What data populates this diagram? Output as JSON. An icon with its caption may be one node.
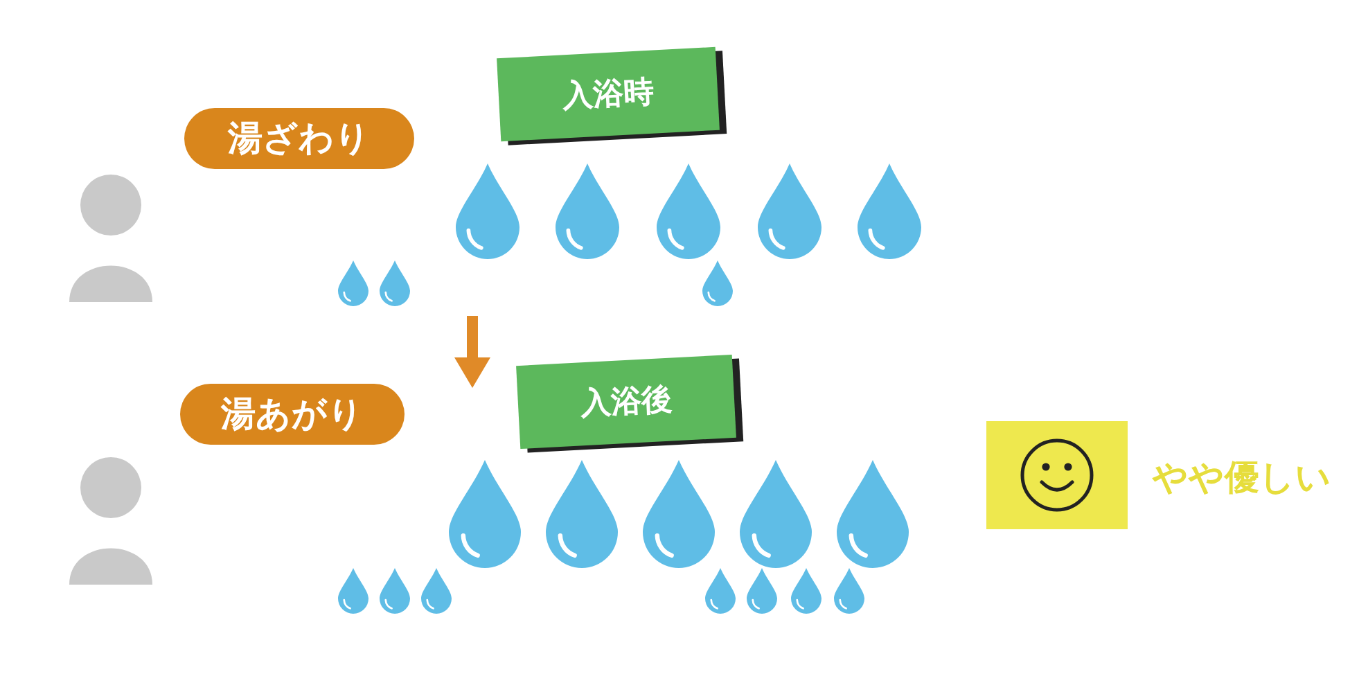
{
  "diagram": {
    "nodes": [
      {
        "text": [
          "湯ざわり"
        ]
      },
      {
        "text": [
          "入浴時"
        ]
      },
      {
        "text": [
          "湯あがり"
        ]
      },
      {
        "text": [
          "入浴後"
        ]
      }
    ],
    "labels": [
      "やや優しい"
    ]
  }
}
